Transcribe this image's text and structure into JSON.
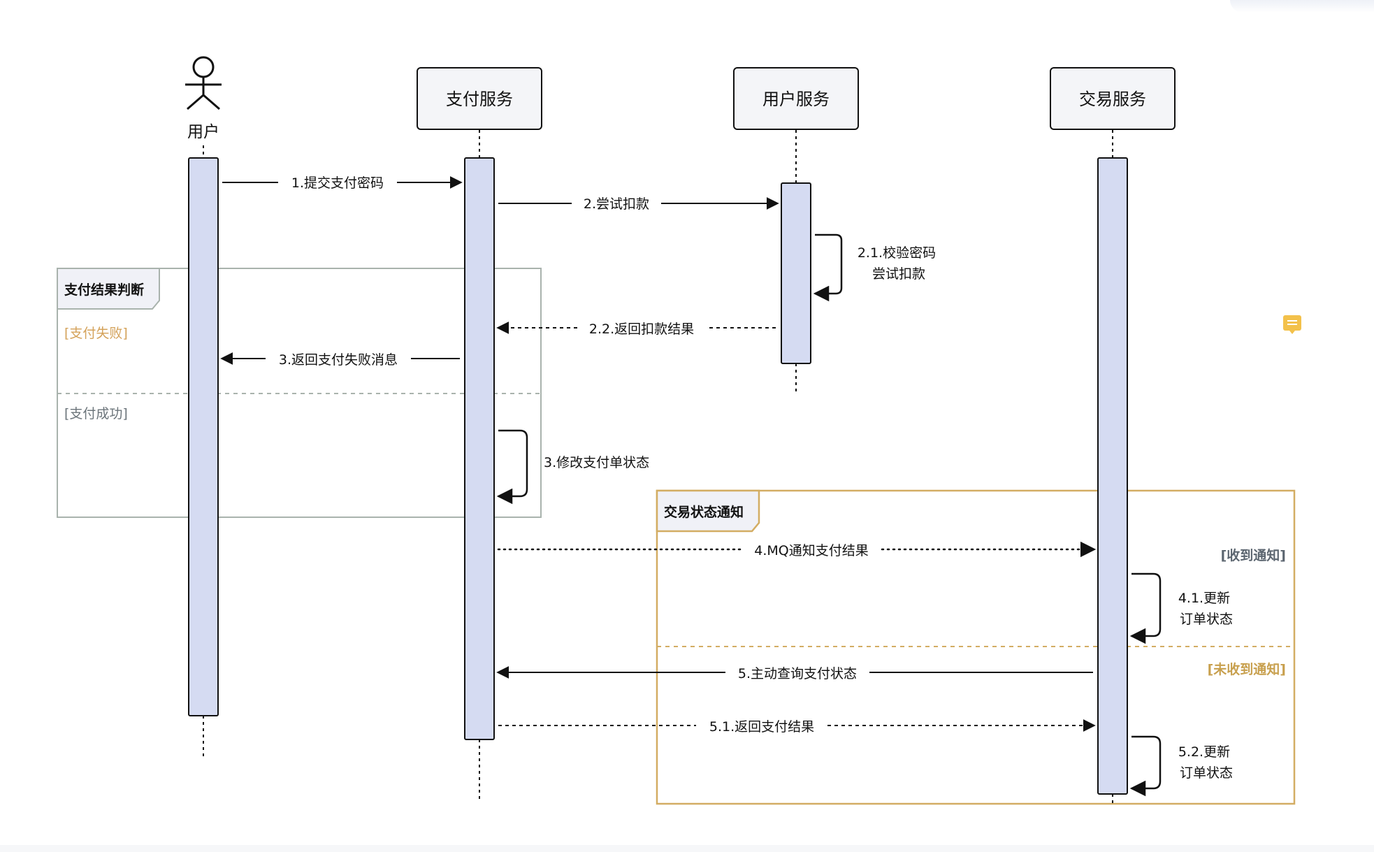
{
  "actor": {
    "label": "用户"
  },
  "participants": [
    {
      "id": "pay",
      "label": "支付服务"
    },
    {
      "id": "user",
      "label": "用户服务"
    },
    {
      "id": "trade",
      "label": "交易服务"
    }
  ],
  "fragments": [
    {
      "id": "frag-pay-result",
      "title": "支付结果判断",
      "conditions": [
        "[支付失败]",
        "[支付成功]"
      ]
    },
    {
      "id": "frag-trade-notify",
      "title": "交易状态通知",
      "conditions": [
        "[收到通知]",
        "[未收到通知]"
      ]
    }
  ],
  "messages": [
    {
      "id": "m1",
      "label": "1.提交支付密码"
    },
    {
      "id": "m2",
      "label": "2.尝试扣款"
    },
    {
      "id": "m21",
      "label": "2.1.校验密码\n尝试扣款"
    },
    {
      "id": "m22",
      "label": "2.2.返回扣款结果"
    },
    {
      "id": "m3a",
      "label": "3.返回支付失败消息"
    },
    {
      "id": "m3b",
      "label": "3.修改支付单状态"
    },
    {
      "id": "m4",
      "label": "4.MQ通知支付结果"
    },
    {
      "id": "m41",
      "label": "4.1.更新\n订单状态"
    },
    {
      "id": "m5",
      "label": "5.主动查询支付状态"
    },
    {
      "id": "m51",
      "label": "5.1.返回支付结果"
    },
    {
      "id": "m52",
      "label": "5.2.更新\n订单状态"
    }
  ],
  "colors": {
    "line": "#111111",
    "activation_fill": "#d5dbf2",
    "participant_fill": "#f4f5f8",
    "frag1_border": "#a9b3ad",
    "frag2_border": "#d3ad63",
    "frag_title_fill": "#f0f1f7",
    "cond1_text": "#d4a25a",
    "cond_gray_text": "#6b747a",
    "cond2_text": "#c8a04e",
    "cond2_gray_text": "#5c6670"
  }
}
